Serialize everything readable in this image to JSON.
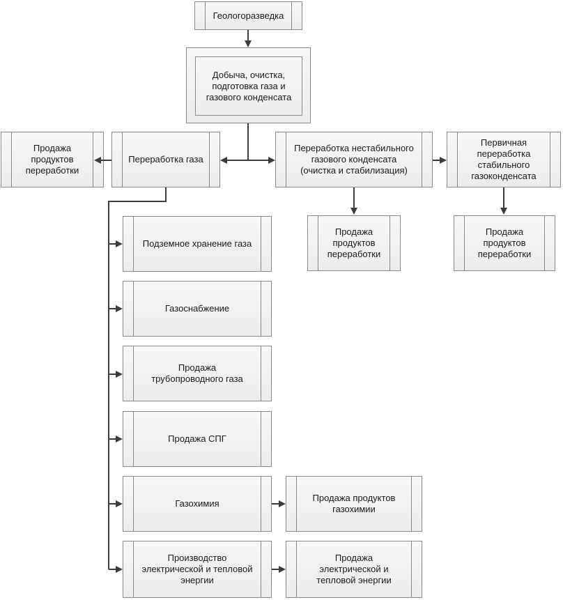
{
  "nodes": {
    "geo": "Геологоразведка",
    "extraction": "Добыча, очистка,\nподготовка газа и\nгазового конденсата",
    "gas_processing": "Переработка газа",
    "sales_left": "Продажа\nпродуктов\nпереработки",
    "unstable_condensate": "Переработка нестабильного\nгазового конденсата\n(очистка и стабилизация)",
    "primary_processing": "Первичная\nпереработка\nстабильного\nгазоконденсата",
    "sales_mid": "Продажа\nпродуктов\nпереработки",
    "sales_right": "Продажа\nпродуктов\nпереработки",
    "underground_storage": "Подземное хранение газа",
    "gas_supply": "Газоснабжение",
    "pipeline_gas_sales": "Продажа\nтрубопроводного газа",
    "lng_sales": "Продажа СПГ",
    "gas_chemistry": "Газохимия",
    "gas_chem_sales": "Продажа продуктов\nгазохимии",
    "power_production": "Производство\nэлектрической и тепловой\nэнергии",
    "power_sales": "Продажа\nэлектрической и\nтепловой энергии"
  },
  "colors": {
    "box_border": "#8a8a8a",
    "connector": "#3c3c3c"
  }
}
